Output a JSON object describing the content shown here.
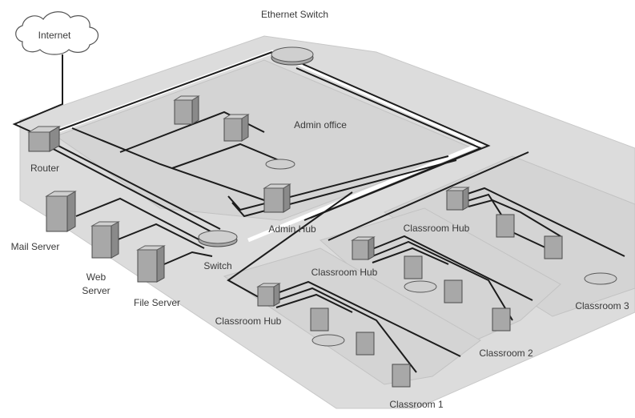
{
  "labels": {
    "ethernet_switch": "Ethernet Switch",
    "internet": "Internet",
    "admin_office": "Admin office",
    "router": "Router",
    "admin_hub": "Admin Hub",
    "classroom_hub_right": "Classroom Hub",
    "classroom_hub_middle": "Classroom Hub",
    "classroom_hub_left": "Classroom Hub",
    "mail_server": "Mail Server",
    "web_server_line1": "Web",
    "web_server_line2": "Server",
    "file_server": "File Server",
    "switch": "Switch",
    "classroom_1": "Classroom 1",
    "classroom_2": "Classroom 2",
    "classroom_3": "Classroom 3"
  }
}
